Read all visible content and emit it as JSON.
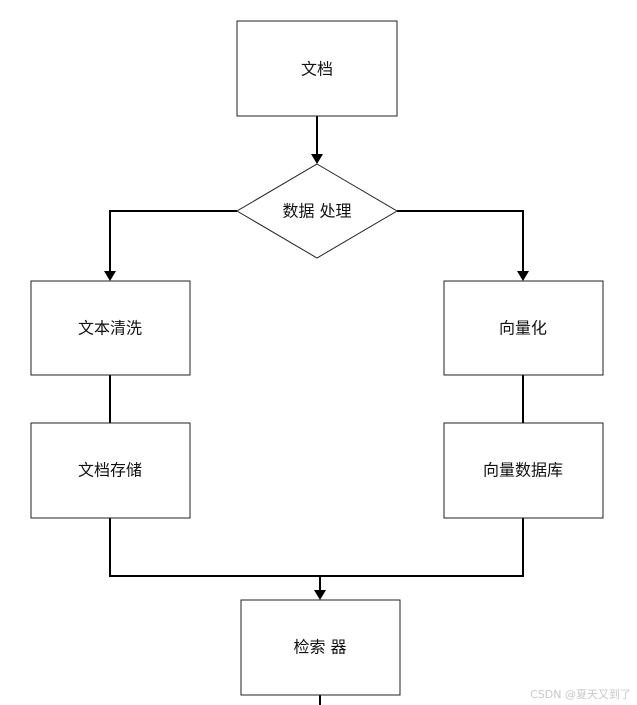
{
  "nodes": {
    "document": "文档",
    "data_processing": "数据 处理",
    "text_cleaning": "文本清洗",
    "vectorize": "向量化",
    "document_storage": "文档存储",
    "vector_database": "向量数据库",
    "retriever": "检索 器"
  },
  "watermark": "CSDN @夏天又到了",
  "colors": {
    "stroke": "#222222",
    "arrow": "#000000",
    "background": "#ffffff",
    "watermark": "#c8c8c8"
  }
}
